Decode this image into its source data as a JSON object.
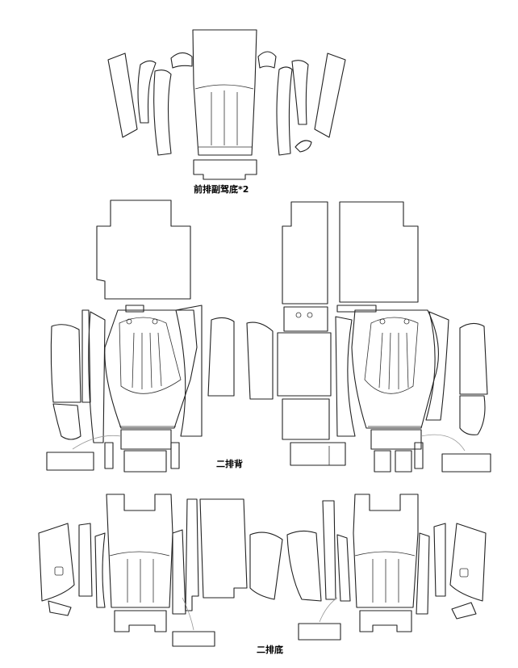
{
  "labels": {
    "front": "前排副驾底*2",
    "second_back": "二排背",
    "second_bottom": "二排底"
  }
}
